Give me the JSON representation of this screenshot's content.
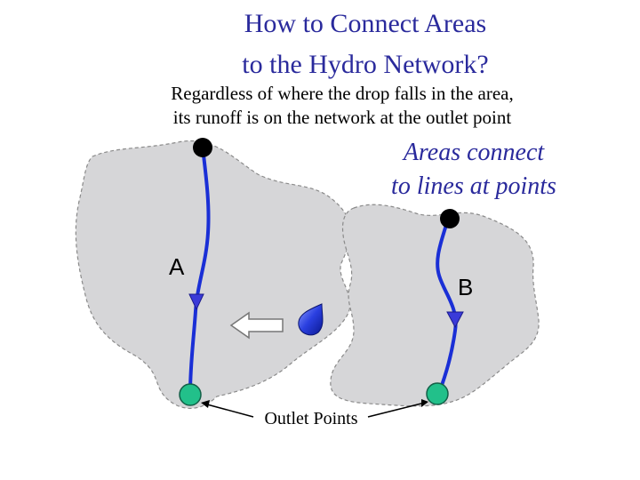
{
  "title": {
    "line1": "How to Connect Areas",
    "line2": "to the Hydro Network?"
  },
  "subtitle": {
    "line1": "Regardless of where the drop falls in the area,",
    "line2": "its runoff is on the network at the outlet point"
  },
  "callout": {
    "line1": "Areas connect",
    "line2": "to lines at points"
  },
  "areas": {
    "a_label": "A",
    "b_label": "B"
  },
  "outlet_label": "Outlet Points",
  "colors": {
    "title": "#2a2a9c",
    "area_fill": "#d6d6d8",
    "stream": "#1a2fd6",
    "outlet": "#22c08a",
    "source": "#000000",
    "drop": "#2a3fe0"
  },
  "icons": {
    "drop": "water-drop-icon",
    "arrow": "left-arrow-icon"
  }
}
